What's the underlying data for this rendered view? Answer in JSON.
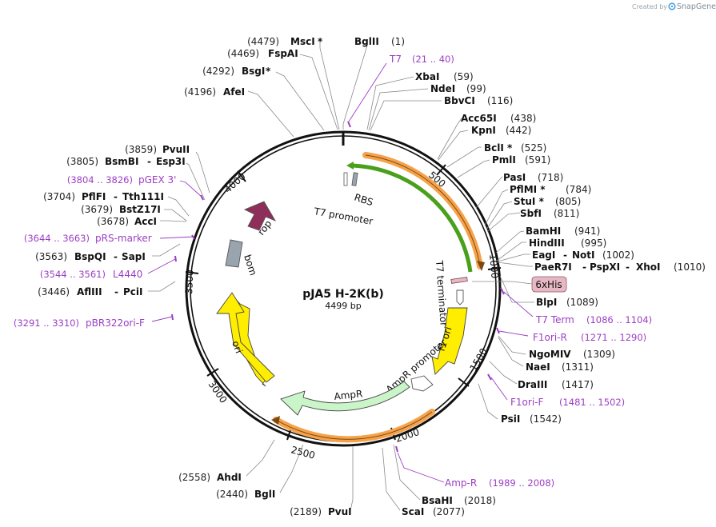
{
  "header": {
    "created_by": "Created by",
    "brand": "SnapGene"
  },
  "plasmid": {
    "name": "pJA5 H-2K(b)",
    "size": "4499 bp"
  },
  "ticks": [
    "500",
    "1000",
    "1500",
    "2000",
    "2500",
    "3000",
    "3500",
    "4000"
  ],
  "features": {
    "rop": "rop",
    "bom": "bom",
    "ori": "ori",
    "rbs": "RBS",
    "t7_promoter": "T7 promoter",
    "t7_terminator": "T7 terminator",
    "f1_ori": "f1 ori",
    "ampr_promoter": "AmpR promoter",
    "ampr": "AmpR",
    "sixhis": "6xHis"
  },
  "sites_top": [
    {
      "pos": "(4479)",
      "name": "MscI",
      "star": "*"
    },
    {
      "pos": "(4469)",
      "name": "FspAI",
      "star": ""
    },
    {
      "pos": "(4292)",
      "name": "BsgI",
      "star": "*"
    },
    {
      "pos": "(4196)",
      "name": "AfeI",
      "star": ""
    }
  ],
  "sites_right": [
    {
      "name": "BglII",
      "pos": "(1)"
    },
    {
      "name": "XbaI",
      "pos": "(59)"
    },
    {
      "name": "NdeI",
      "pos": "(99)"
    },
    {
      "name": "BbvCI",
      "pos": "(116)"
    },
    {
      "name": "Acc65I",
      "pos": "(438)"
    },
    {
      "name": "KpnI",
      "pos": "(442)"
    },
    {
      "name": "BclI *",
      "pos": "(525)"
    },
    {
      "name": "PmlI",
      "pos": "(591)"
    },
    {
      "name": "PasI",
      "pos": "(718)"
    },
    {
      "name": "PflMI *",
      "pos": "(784)"
    },
    {
      "name": "StuI *",
      "pos": "(805)"
    },
    {
      "name": "SbfI",
      "pos": "(811)"
    },
    {
      "name": "BamHI",
      "pos": "(941)"
    },
    {
      "name": "HindIII",
      "pos": "(995)"
    },
    {
      "name": "EagI",
      "name2": "NotI",
      "pos": "(1002)"
    },
    {
      "name": "PaeR7I",
      "name2": "PspXI",
      "name3": "XhoI",
      "pos": "(1010)"
    },
    {
      "name": "BlpI",
      "pos": "(1089)"
    },
    {
      "name": "NgoMIV",
      "pos": "(1309)"
    },
    {
      "name": "NaeI",
      "pos": "(1311)"
    },
    {
      "name": "DraIII",
      "pos": "(1417)"
    },
    {
      "name": "PsiI",
      "pos": "(1542)"
    },
    {
      "name": "BsaHI",
      "pos": "(2018)"
    },
    {
      "name": "ScaI",
      "pos": "(2077)"
    }
  ],
  "sites_left": [
    {
      "pos": "(3859)",
      "name": "PvuII"
    },
    {
      "pos": "(3805)",
      "name": "BsmBI",
      "name2": "Esp3I"
    },
    {
      "pos": "(3704)",
      "name": "PflFI",
      "name2": "Tth111I"
    },
    {
      "pos": "(3679)",
      "name": "BstZ17I"
    },
    {
      "pos": "(3678)",
      "name": "AccI"
    },
    {
      "pos": "(3563)",
      "name": "BspQI",
      "name2": "SapI"
    },
    {
      "pos": "(3446)",
      "name": "AflIII",
      "name2": "PciI"
    },
    {
      "pos": "(2558)",
      "name": "AhdI"
    },
    {
      "pos": "(2440)",
      "name": "BglI"
    },
    {
      "pos": "(2189)",
      "name": "PvuI"
    }
  ],
  "primers": [
    {
      "name": "T7",
      "pos": "(21 .. 40)"
    },
    {
      "name": "T7 Term",
      "pos": "(1086 .. 1104)"
    },
    {
      "name": "F1ori-R",
      "pos": "(1271 .. 1290)"
    },
    {
      "name": "F1ori-F",
      "pos": "(1481 .. 1502)"
    },
    {
      "name": "Amp-R",
      "pos": "(1989 .. 2008)"
    },
    {
      "name": "pGEX 3'",
      "pos": "(3804 .. 3826)"
    },
    {
      "name": "pRS-marker",
      "pos": "(3644 .. 3663)"
    },
    {
      "name": "L4440",
      "pos": "(3544 .. 3561)"
    },
    {
      "name": "pBR322ori-F",
      "pos": "(3291 .. 3310)"
    }
  ],
  "colors": {
    "backbone": "#111111",
    "orf": "#f6a24a",
    "t7_arrow": "#4aa01c",
    "ori": "#ffee00",
    "ampr": "#c9f5c9",
    "rop": "#8e2f59",
    "bom": "#9aa4ae",
    "sixhis": "#e7b8c4",
    "primer": "#9b3ec4"
  }
}
